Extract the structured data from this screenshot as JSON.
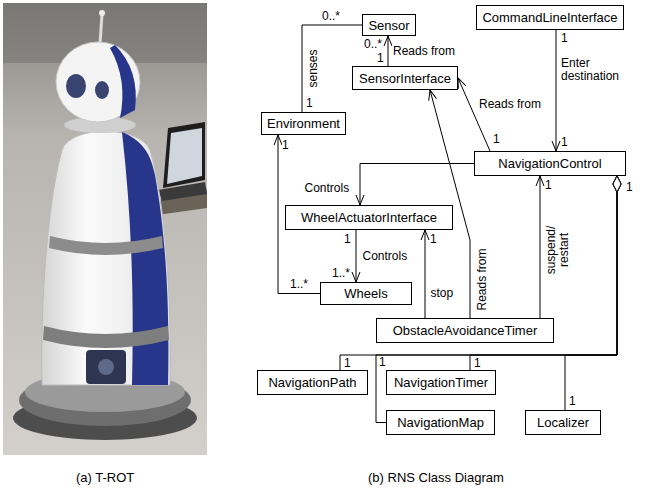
{
  "diagram": {
    "nodes": [
      {
        "text": [
          "CommandLineInterface"
        ]
      },
      {
        "text": [
          "Sensor"
        ]
      },
      {
        "text": [
          "SensorInterface"
        ]
      },
      {
        "text": [
          "NavigationControl"
        ]
      },
      {
        "text": [
          "Environment"
        ]
      },
      {
        "text": [
          "WheelActuatorInterface"
        ]
      },
      {
        "text": [
          "Wheels"
        ]
      },
      {
        "text": [
          "ObstacleAvoidanceTimer"
        ]
      },
      {
        "text": [
          "NavigationPath"
        ]
      },
      {
        "text": [
          "NavigationTimer"
        ]
      },
      {
        "text": [
          "NavigationMap"
        ]
      },
      {
        "text": [
          "Localizer"
        ]
      }
    ],
    "edges": [
      {
        "from": 1,
        "to": 4,
        "label": "senses",
        "arrow": "none"
      },
      {
        "from": 2,
        "to": 1,
        "label": "Reads from",
        "arrow": "to"
      },
      {
        "from": 0,
        "to": 3,
        "label": "Enter destination",
        "arrow": "to"
      },
      {
        "from": 3,
        "to": 2,
        "label": "Reads from",
        "arrow": "to"
      },
      {
        "from": 3,
        "to": 5,
        "label": "Controls",
        "arrow": "to"
      },
      {
        "from": 5,
        "to": 6,
        "label": "Controls",
        "arrow": "to"
      },
      {
        "from": 6,
        "to": 4,
        "arrow": "to"
      },
      {
        "from": 7,
        "to": 5,
        "label": "stop",
        "arrow": "to"
      },
      {
        "from": 7,
        "to": 2,
        "label": "Reads from",
        "arrow": "to"
      },
      {
        "from": 7,
        "to": 3,
        "label": "suspend/ restart",
        "arrow": "to"
      },
      {
        "from": 3,
        "to": 8,
        "arrow": "none"
      },
      {
        "from": 3,
        "to": 9,
        "arrow": "none"
      },
      {
        "from": 3,
        "to": 10,
        "arrow": "none"
      },
      {
        "from": 3,
        "to": 11,
        "arrow": "none"
      }
    ],
    "labels": [
      "0..*",
      "1",
      "0..*",
      "1",
      "1",
      "1",
      "1",
      "1",
      "1",
      "1",
      "1",
      "1..*",
      "1",
      "1..*",
      "1",
      "1",
      "1",
      "1",
      "(a) T-ROT",
      "(b) RNS Class Diagram"
    ]
  }
}
